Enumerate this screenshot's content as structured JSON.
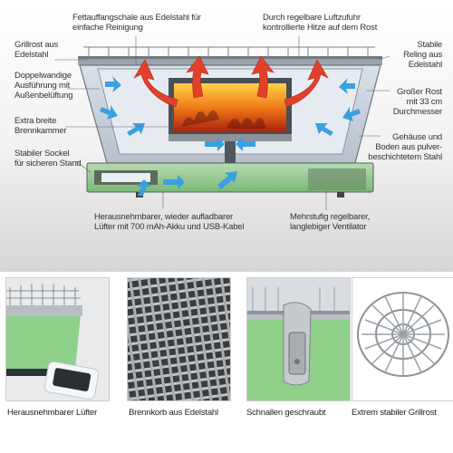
{
  "labels": {
    "fettauffangschale": [
      "Fettauffangschale aus Edelstahl für",
      "einfache Reinigung"
    ],
    "luftzufuhr": [
      "Durch regelbare Luftzufuhr",
      "kontrollierte Hitze auf dem Rost"
    ],
    "grillrost": [
      "Grillrost aus",
      "Edelstahl"
    ],
    "doppelwandig": [
      "Doppelwandige",
      "Ausführung mit",
      "Außenbelüftung"
    ],
    "brennkammer": [
      "Extra breite",
      "Brennkammer"
    ],
    "sockel": [
      "Stabiler Sockel",
      "für sicheren Stand"
    ],
    "reling": [
      "Stabile",
      "Reling aus",
      "Edelstahl"
    ],
    "rost": [
      "Großer Rost",
      "mit 33 cm",
      "Durchmesser"
    ],
    "gehaeuse": [
      "Gehäuse und",
      "Boden aus pulver-",
      "beschichtetem Stahl"
    ],
    "luefter": [
      "Herausnehmbarer, wieder aufladbarer",
      "Lüfter mit 700 mAh-Akku und USB-Kabel"
    ],
    "ventilator": [
      "Mehrstufig regelbarer,",
      "langlebiger Ventilator"
    ]
  },
  "photos": [
    {
      "caption": "Herausnehmbarer Lüfter"
    },
    {
      "caption": "Brennkorb aus Edelstahl"
    },
    {
      "caption": "Schnallen geschraubt"
    },
    {
      "caption": "Extrem stabiler Grillrost"
    }
  ],
  "colors": {
    "grill_green": "#8fd08a",
    "heat_red": "#e2402a",
    "air_blue": "#3aa0e0",
    "fire_orange": "#f07a18"
  }
}
